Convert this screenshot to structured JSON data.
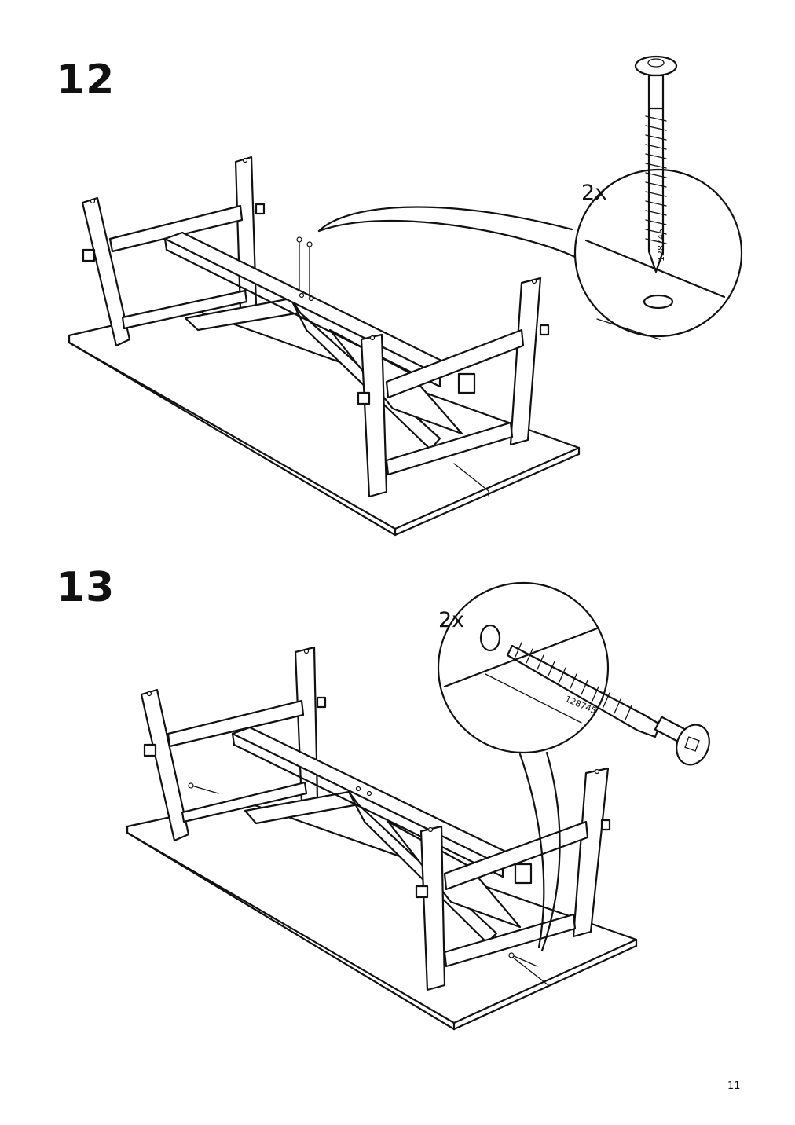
{
  "steps": [
    {
      "number": "12",
      "quantity": "2x",
      "part_number": "128745"
    },
    {
      "number": "13",
      "quantity": "2x",
      "part_number": "128745"
    }
  ],
  "page_number": "11"
}
